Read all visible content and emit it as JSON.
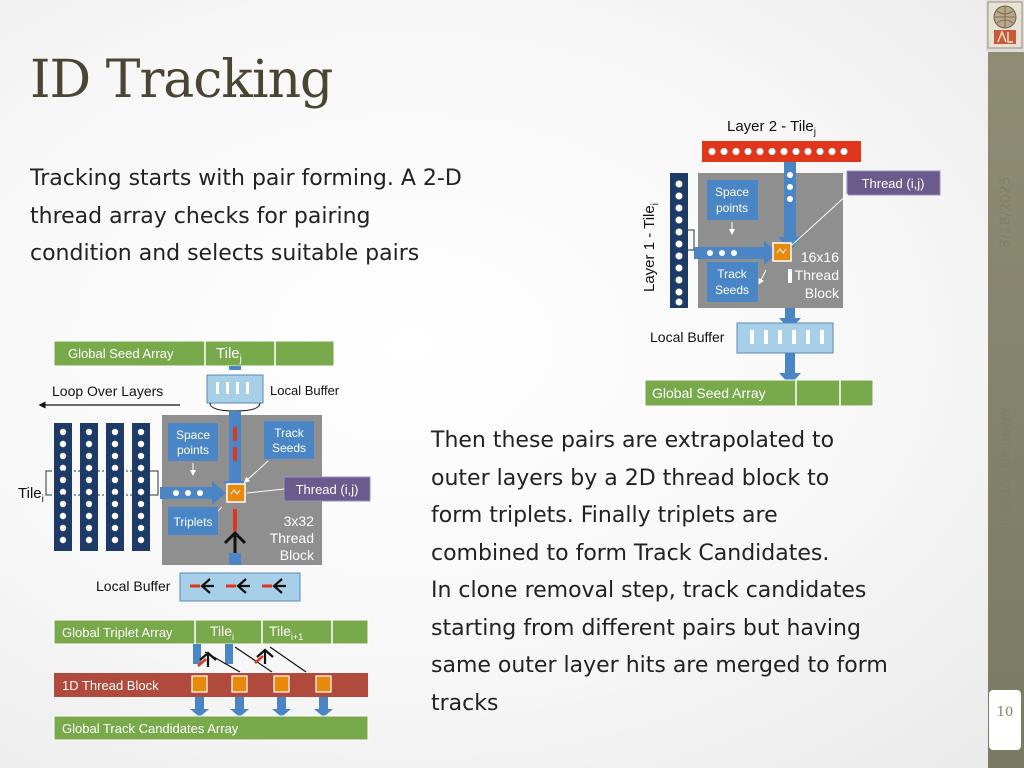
{
  "slide": {
    "title": "ID Tracking",
    "intro_lines": [
      "Tracking starts with pair forming. A 2-D",
      "thread array checks for pairing",
      "condition and selects suitable pairs"
    ],
    "body_lines": [
      "Then these pairs are extrapolated to",
      "outer layers  by a 2D thread block to",
      "form triplets. Finally triplets are",
      "combined to form Track Candidates.",
      "In clone removal step, track candidates",
      "starting from different pairs but having",
      "same outer layer hits are merged to form",
      "tracks"
    ],
    "date": "3/18/2025",
    "footer": "S.Kama CHEP 2015, Okinawa",
    "page_number": "10",
    "logo_text": "ATLAS"
  },
  "diagram_top": {
    "layer2_label": "Layer 2 - Tile",
    "layer2_sub": "j",
    "layer1_label": "Layer 1 - Tile",
    "layer1_sub": "i",
    "space_points": [
      "Space",
      "points"
    ],
    "track_seeds": [
      "Track",
      "Seeds"
    ],
    "block_label": [
      "16x16",
      "Thread",
      "Block"
    ],
    "thread_label": "Thread (i,j)",
    "local_buffer": "Local Buffer",
    "global_seed_array": "Global Seed Array"
  },
  "diagram_bottom": {
    "global_seed_array": "Global Seed Array",
    "tile_j": "Tile",
    "tile_j_sub": "j",
    "loop_over_layers": "Loop Over Layers",
    "local_buffer_top": "Local Buffer",
    "space_points": [
      "Space",
      "points"
    ],
    "track_seeds": [
      "Track",
      "Seeds"
    ],
    "thread_label": "Thread (i,j)",
    "triplets": "Triplets",
    "block_label": [
      "3x32",
      "Thread",
      "Block"
    ],
    "tile_i": "Tile",
    "tile_i_sub": "i",
    "local_buffer_bottom": "Local Buffer",
    "global_triplet_array": "Global Triplet Array",
    "tile_i2": "Tile",
    "tile_i2_sub": "i",
    "tile_i1": "Tile",
    "tile_i1_sub": "i+1",
    "thread_block_1d": "1D Thread Block",
    "global_track_candidates": "Global Track Candidates Array"
  },
  "colors": {
    "title": "#4a4533",
    "sidebar": "#8e8d74",
    "green_bar": "#78a94a",
    "blue_arrow": "#4a86c5",
    "dark_blue_column": "#1e3a66",
    "gray_block": "#8f8f8f",
    "red_bar": "#e0361c",
    "purple_tag": "#6b5b8c",
    "orange_thread": "#e8890c",
    "brown_bar": "#b04a3c"
  }
}
